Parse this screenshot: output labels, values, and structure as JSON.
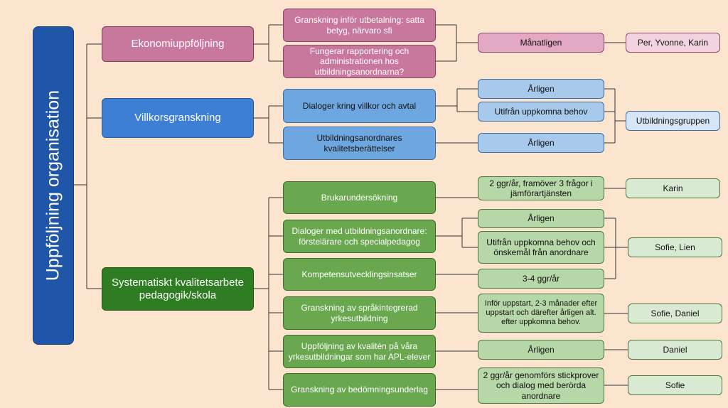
{
  "diagram": {
    "root": "Uppföljning organisation",
    "categories": {
      "ekonomi": "Ekonomiuppföljning",
      "villkor": "Villkorsgranskning",
      "kvalitet": "Systematiskt kvalitetsarbete pedagogik/skola"
    },
    "tasks": {
      "t1": "Granskning inför utbetalning: satta betyg, närvaro sfi",
      "t2": "Fungerar rapportering och administrationen hos utbildningsanordnarna?",
      "t3": "Dialoger kring villkor och avtal",
      "t4": "Utbildningsanordnares kvalitetsberättelser",
      "t5": "Brukarundersökning",
      "t6": "Dialoger med utbildningsanordnare: förstelärare och specialpedagog",
      "t7": "Kompetensutvecklingsinsatser",
      "t8": "Granskning av språkintegrerad yrkesutbildning",
      "t9": "Uppföljning av kvalitén på våra yrkesutbildningar som har APL-elever",
      "t10": "Granskning av bedömningsunderlag"
    },
    "frequencies": {
      "f1": "Månatligen",
      "f2": "Årligen",
      "f3": "Utifrån uppkomna behov",
      "f4": "Årligen",
      "f5": "2 ggr/år, framöver 3 frågor i jämförartjänsten",
      "f6": "Årligen",
      "f7": "Utifrån uppkomna behov och önskemål från anordnare",
      "f8": "3-4 ggr/år",
      "f9": "Inför uppstart, 2-3 månader efter uppstart och därefter årligen alt. efter uppkomna behov.",
      "f10": "Årligen",
      "f11": "2 ggr/år genomförs stickprover och dialog med berörda anordnare"
    },
    "responsible": {
      "r1": "Per, Yvonne, Karin",
      "r2": "Utbildningsgruppen",
      "r3": "Karin",
      "r4": "Sofie, Lien",
      "r5": "Sofie, Daniel",
      "r6": "Daniel",
      "r7": "Sofie"
    },
    "colors": {
      "background": "#fbe5cf",
      "root": "#1f56a8",
      "pink": "#c9789d",
      "blue": "#3c7fd4",
      "green": "#2e7d23",
      "connector": "#333333"
    }
  }
}
